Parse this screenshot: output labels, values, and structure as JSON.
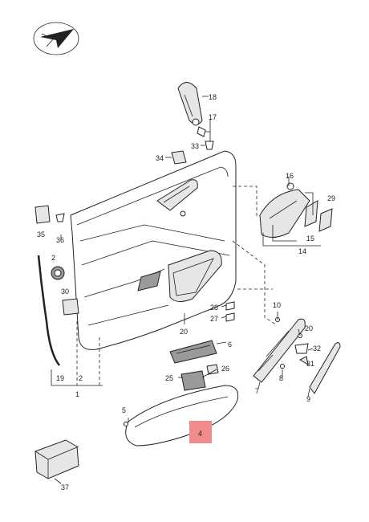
{
  "callouts": {
    "c1": "1",
    "c2a": "2",
    "c2b": "2",
    "c4": "4",
    "c5": "5",
    "c6": "6",
    "c7": "7",
    "c8": "8",
    "c9": "9",
    "c10": "10",
    "c14": "14",
    "c15": "15",
    "c16": "16",
    "c17": "17",
    "c18": "18",
    "c19": "19",
    "c20a": "20",
    "c20b": "20",
    "c25": "25",
    "c26": "26",
    "c27": "27",
    "c28": "28",
    "c29": "29",
    "c30": "30",
    "c31": "31",
    "c32": "32",
    "c33": "33",
    "c34": "34",
    "c35": "35",
    "c36": "36",
    "c37": "37"
  },
  "highlight_color": "#f08c8c"
}
